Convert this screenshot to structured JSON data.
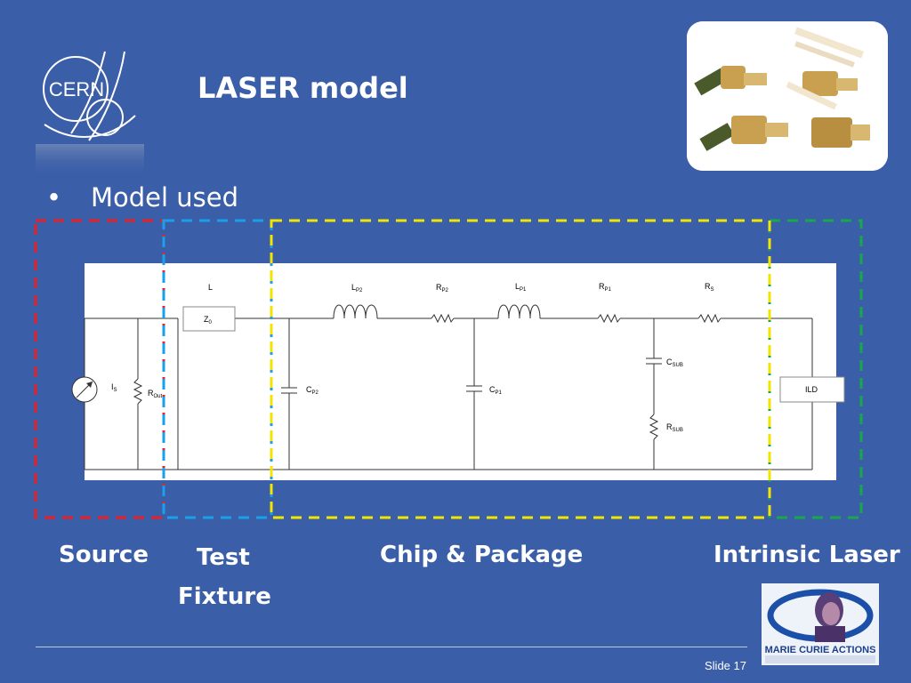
{
  "slide": {
    "title": "LASER model",
    "bullet_marker": "•",
    "bullet_text": "Model used",
    "slide_number": "Slide 17"
  },
  "logos": {
    "cern_text": "CERN",
    "marie_curie_text": "MARIE CURIE ACTIONS"
  },
  "sections": {
    "source": "Source",
    "test_fixture_line1": "Test",
    "test_fixture_line2": "Fixture",
    "chip_package": "Chip & Package",
    "intrinsic_laser": "Intrinsic Laser"
  },
  "colors": {
    "background": "#3a5ea8",
    "source_box": "#e8202a",
    "fixture_box": "#1aa0e8",
    "chip_box": "#f2e600",
    "laser_box": "#18a84a"
  },
  "schematic": {
    "L": "L",
    "Z0": {
      "base": "Z",
      "sub": "0"
    },
    "LP2": {
      "base": "L",
      "sub": "P2"
    },
    "RP2": {
      "base": "R",
      "sub": "P2"
    },
    "LP1": {
      "base": "L",
      "sub": "P1"
    },
    "RP1": {
      "base": "R",
      "sub": "P1"
    },
    "RS": {
      "base": "R",
      "sub": "S"
    },
    "CSUB": {
      "base": "C",
      "sub": "SUB"
    },
    "RSUB": {
      "base": "R",
      "sub": "SUB"
    },
    "IS": {
      "base": "I",
      "sub": "S"
    },
    "ROut": {
      "base": "R",
      "sub": "Out"
    },
    "CP2": {
      "base": "C",
      "sub": "P2"
    },
    "CP1": {
      "base": "C",
      "sub": "P1"
    },
    "ILD": "ILD"
  }
}
